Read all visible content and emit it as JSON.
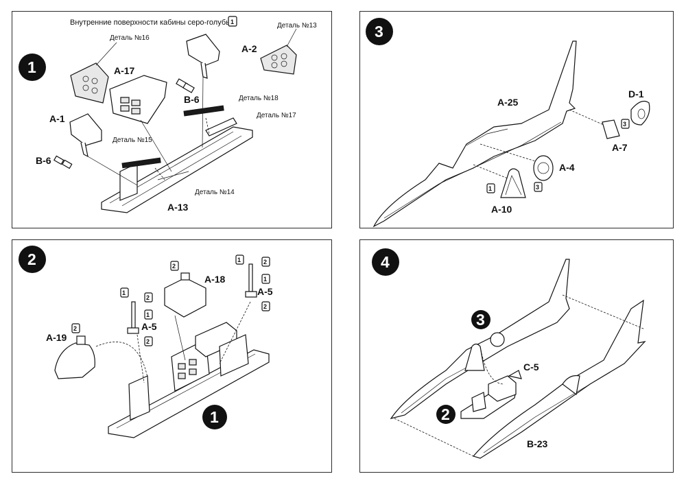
{
  "header": {
    "cockpit_color_note": "Внутренние поверхности кабины серо-голубые",
    "cockpit_color_paint": "1"
  },
  "steps": [
    {
      "number": "1"
    },
    {
      "number": "2"
    },
    {
      "number": "3"
    },
    {
      "number": "4"
    }
  ],
  "step1": {
    "labels": {
      "a17": "A-17",
      "a2": "A-2",
      "a1": "A-1",
      "b6_right": "B-6",
      "b6_left": "B-6",
      "a13": "A-13"
    },
    "decals": {
      "d16": "Деталь №16",
      "d13": "Деталь №13",
      "d18": "Деталь №18",
      "d17": "Деталь №17",
      "d15": "Деталь №15",
      "d14": "Деталь №14"
    }
  },
  "step2": {
    "labels": {
      "a18": "A-18",
      "a5_left": "A-5",
      "a5_right": "A-5",
      "a19": "A-19",
      "sub1": "1"
    },
    "paints": [
      "2",
      "1",
      "2",
      "1",
      "2",
      "1",
      "2",
      "1",
      "2",
      "2"
    ]
  },
  "step3": {
    "labels": {
      "a25": "A-25",
      "d1": "D-1",
      "a7": "A-7",
      "a4": "A-4",
      "a10": "A-10"
    },
    "paints": [
      "3",
      "3",
      "1"
    ]
  },
  "step4": {
    "labels": {
      "c5": "C-5",
      "b23": "B-23",
      "sub3": "3",
      "sub2": "2"
    }
  }
}
